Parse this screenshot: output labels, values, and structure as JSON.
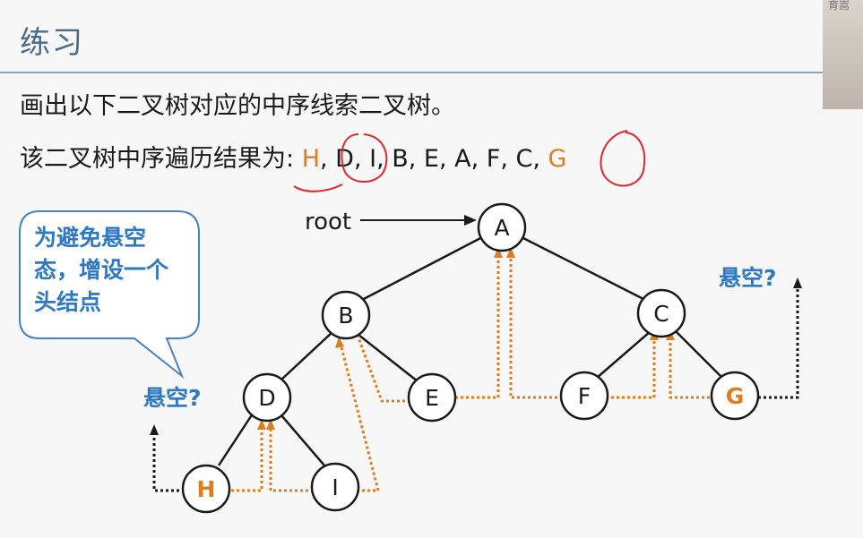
{
  "slide": {
    "title": "练习",
    "instruction": "画出以下二叉树对应的中序线索二叉树。",
    "sequence_prefix": "该二叉树中序遍历结果为: ",
    "sequence": [
      {
        "text": "H",
        "highlight": true
      },
      {
        "text": ", D, I, B, E, A, F, C, ",
        "highlight": false
      },
      {
        "text": "G",
        "highlight": true
      }
    ],
    "callout": "为避免悬空态，增设一个头结点",
    "dangling_left": "悬空?",
    "dangling_right": "悬空?",
    "root_label": "root",
    "camera_label": "育嵩"
  },
  "tree": {
    "nodes": [
      {
        "id": "A",
        "label": "A",
        "highlight": false
      },
      {
        "id": "B",
        "label": "B",
        "highlight": false
      },
      {
        "id": "C",
        "label": "C",
        "highlight": false
      },
      {
        "id": "D",
        "label": "D",
        "highlight": false
      },
      {
        "id": "E",
        "label": "E",
        "highlight": false
      },
      {
        "id": "F",
        "label": "F",
        "highlight": false
      },
      {
        "id": "G",
        "label": "G",
        "highlight": true
      },
      {
        "id": "H",
        "label": "H",
        "highlight": true
      },
      {
        "id": "I",
        "label": "I",
        "highlight": false
      }
    ],
    "edges": [
      [
        "A",
        "B"
      ],
      [
        "A",
        "C"
      ],
      [
        "B",
        "D"
      ],
      [
        "B",
        "E"
      ],
      [
        "C",
        "F"
      ],
      [
        "C",
        "G"
      ],
      [
        "D",
        "H"
      ],
      [
        "D",
        "I"
      ]
    ],
    "thread_color": "#e07b1e",
    "dangling_color": "#1a1a1a",
    "highlight_color": "#e07b1e",
    "annotation_color": "#e0262a"
  }
}
